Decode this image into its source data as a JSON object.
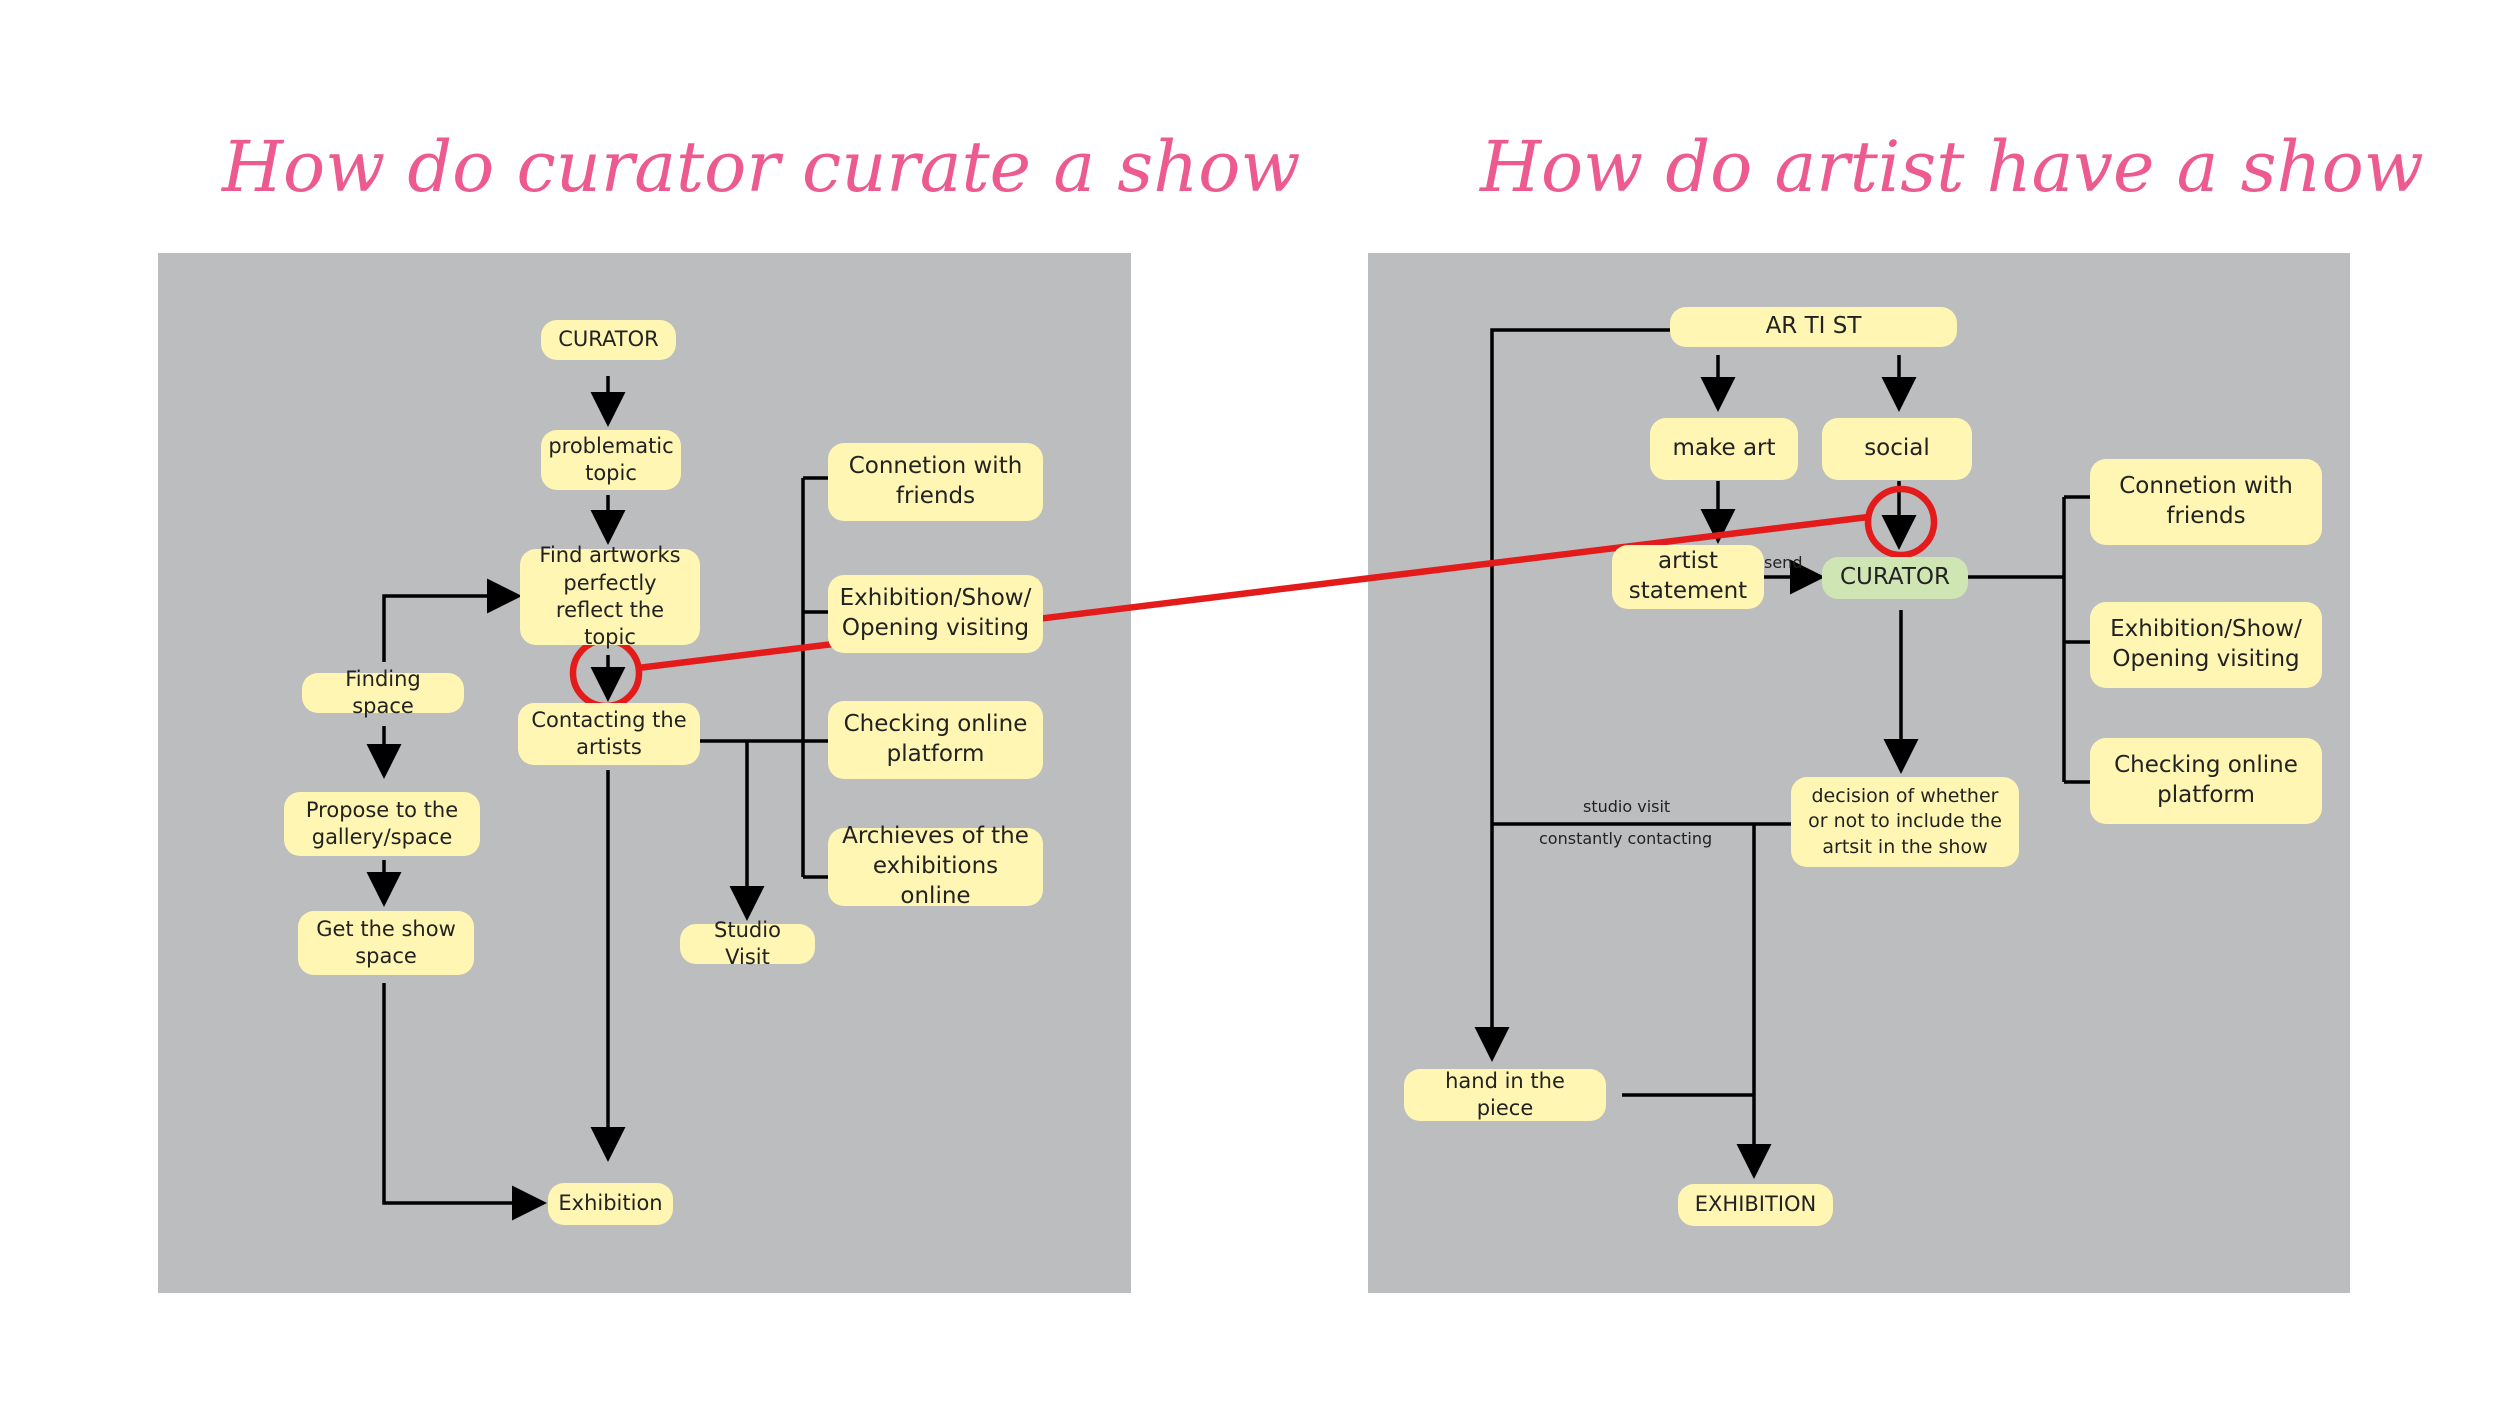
{
  "left": {
    "title": "How do curator curate a show",
    "nodes": {
      "curator": "CURATOR",
      "problematic": "problematic topic",
      "find": "Find artworks perfectly reflect the topic",
      "contacting": "Contacting the artists",
      "finding_space": "Finding space",
      "propose": "Propose to the gallery/space",
      "get_space": "Get the show space",
      "exhibition": "Exhibition",
      "studio_visit": "Studio Visit",
      "connection": "Connetion with friends",
      "exhibition_show": "Exhibition/Show/ Opening visiting",
      "checking": "Checking online platform",
      "archieves": "Archieves of the exhibitions online"
    }
  },
  "right": {
    "title": "How do artist have a show",
    "nodes": {
      "artist": "AR TI ST",
      "make_art": "make art",
      "social": "social",
      "artist_statement": "artist statement",
      "curator": "CURATOR",
      "decision": "decision of whether or not to include the artsit in the show",
      "hand_in": "hand in the piece",
      "exhibition": "EXHIBITION",
      "connection": "Connetion with friends",
      "exhibition_show": "Exhibition/Show/ Opening visiting",
      "checking": "Checking online platform"
    },
    "labels": {
      "send": "send",
      "studio_visit": "studio visit",
      "constantly": "constantly contacting"
    }
  },
  "colors": {
    "title": "#ec5a8f",
    "panel": "#bcbdbf",
    "node": "#fff6b3",
    "node_highlight": "#cfe5b3",
    "line": "#000000",
    "annotation": "#e31b1b"
  }
}
